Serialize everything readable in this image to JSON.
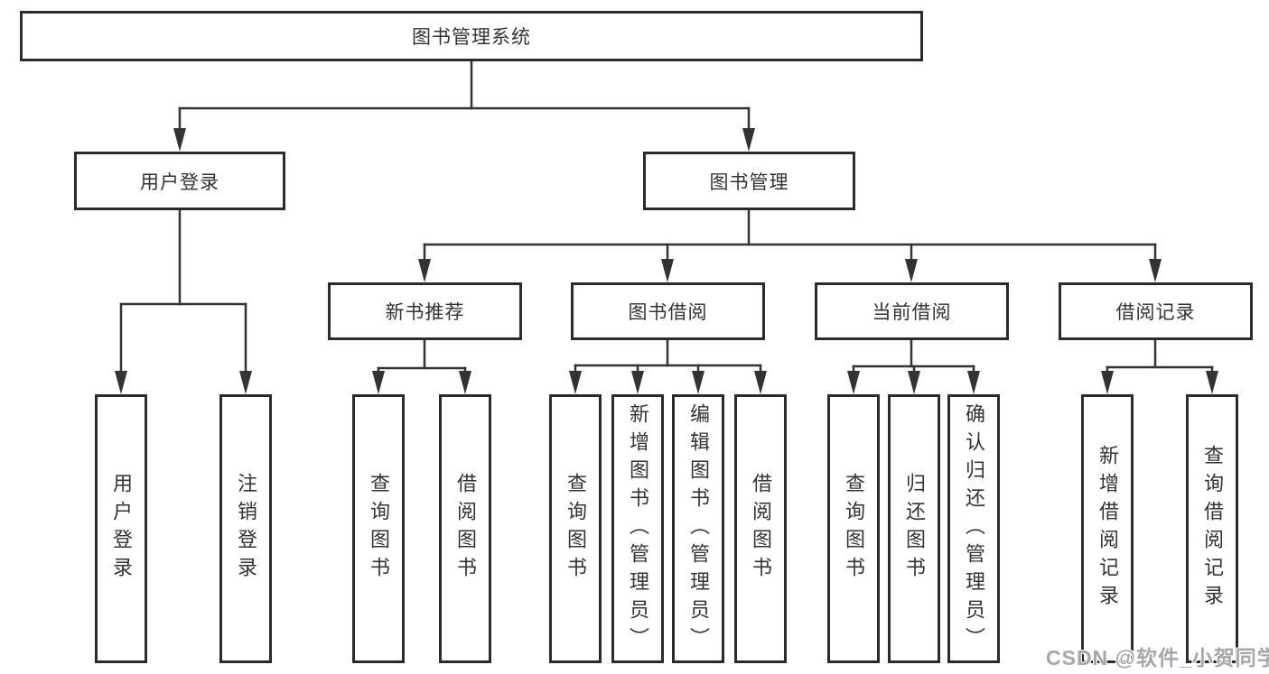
{
  "tree": {
    "root": "图书管理系统",
    "children": [
      {
        "label": "用户登录",
        "children": [
          {
            "label": "用户登录"
          },
          {
            "label": "注销登录"
          }
        ]
      },
      {
        "label": "图书管理",
        "children": [
          {
            "label": "新书推荐",
            "children": [
              {
                "label": "查询图书"
              },
              {
                "label": "借阅图书"
              }
            ]
          },
          {
            "label": "图书借阅",
            "children": [
              {
                "label": "查询图书"
              },
              {
                "label": "新增图书（管理员）"
              },
              {
                "label": "编辑图书（管理员）"
              },
              {
                "label": "借阅图书"
              }
            ]
          },
          {
            "label": "当前借阅",
            "children": [
              {
                "label": "查询图书"
              },
              {
                "label": "归还图书"
              },
              {
                "label": "确认归还（管理员）"
              }
            ]
          },
          {
            "label": "借阅记录",
            "children": [
              {
                "label": "新增借阅记录"
              },
              {
                "label": "查询借阅记录"
              }
            ]
          }
        ]
      }
    ]
  },
  "watermark": {
    "text": "CSDN @软件_小贺同学"
  },
  "colors": {
    "border": "#2b2b2b",
    "line": "#333333",
    "text": "#333333",
    "background": "#ffffff",
    "watermark": "#a6a6ab"
  }
}
